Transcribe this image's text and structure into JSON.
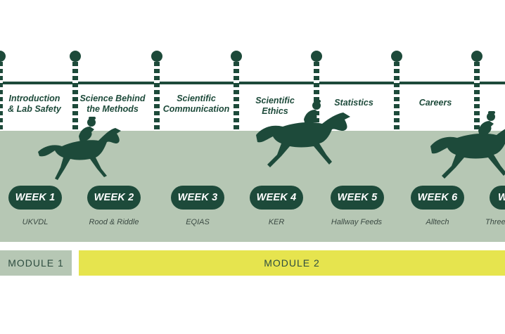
{
  "topics": [
    "Introduction\n& Lab Safety",
    "Science Behind\nthe Methods",
    "Scientific\nCommunication",
    "Scientific\nEthics",
    "Statistics",
    "Careers"
  ],
  "weeks": [
    {
      "label": "WEEK 1",
      "sponsor": "UKVDL"
    },
    {
      "label": "WEEK 2",
      "sponsor": "Rood & Riddle"
    },
    {
      "label": "WEEK 3",
      "sponsor": "EQIAS"
    },
    {
      "label": "WEEK 4",
      "sponsor": "KER"
    },
    {
      "label": "WEEK 5",
      "sponsor": "Hallway Feeds"
    },
    {
      "label": "WEEK 6",
      "sponsor": "Alltech"
    },
    {
      "label": "W",
      "sponsor": "Three"
    }
  ],
  "modules": {
    "module1": "MODULE 1",
    "module2": "MODULE 2"
  },
  "colors": {
    "dark_green": "#1d4a3a",
    "sage": "#b6c7b4",
    "yellow": "#e6e44e"
  },
  "icons": [
    "racehorse-with-jockey-icon"
  ]
}
